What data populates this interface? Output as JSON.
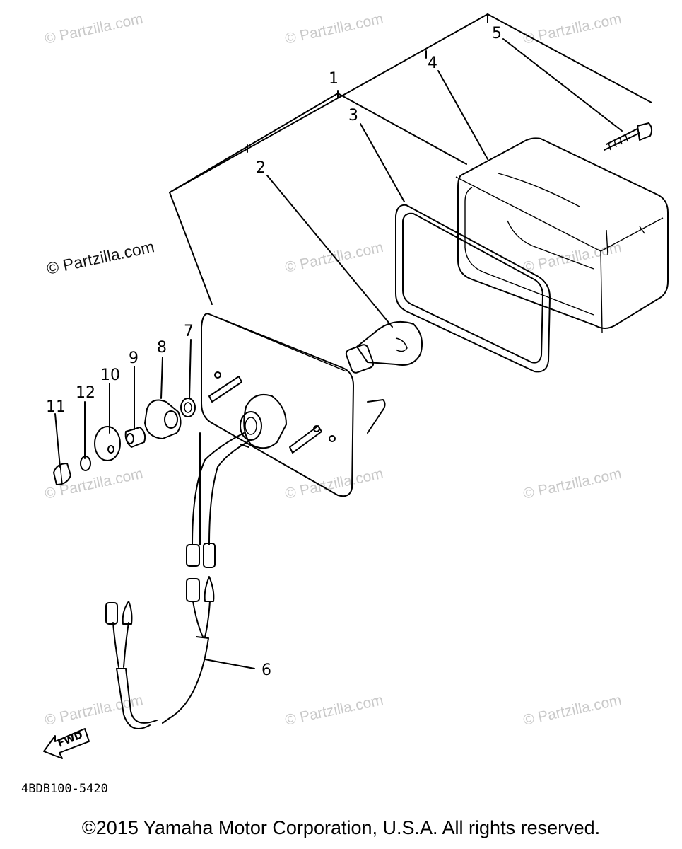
{
  "callouts": [
    "1",
    "2",
    "3",
    "4",
    "5",
    "6",
    "7",
    "8",
    "9",
    "10",
    "11",
    "12"
  ],
  "watermark": "© Partzilla.com",
  "fwd_label": "FWD",
  "part_code": "4BDB100-5420",
  "copyright": "©2015 Yamaha Motor Corporation, U.S.A. All rights reserved."
}
